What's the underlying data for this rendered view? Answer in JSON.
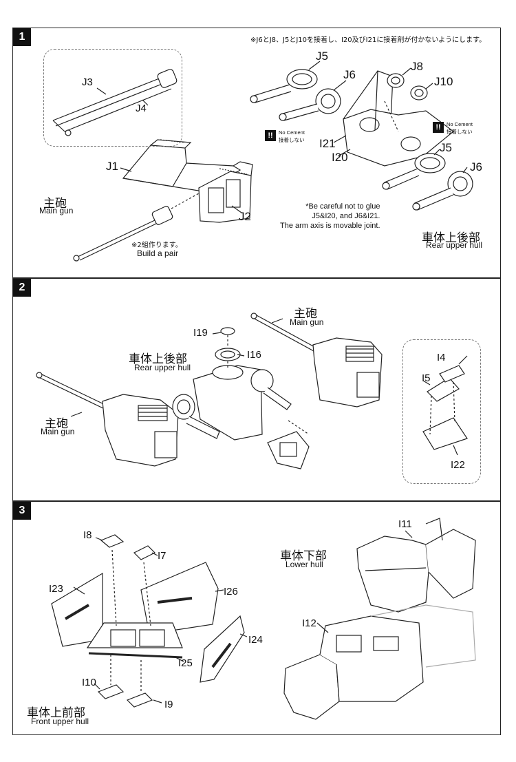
{
  "step1": {
    "number": "1",
    "note_top": "※J6とJ8、J5とJ10を接着し、I20及びI21に接着剤が付かないようにします。",
    "parts": {
      "J3": "J3",
      "J4": "J4",
      "J1": "J1",
      "J2": "J2",
      "J5": "J5",
      "J6": "J6",
      "J8": "J8",
      "J10": "J10",
      "I21": "I21",
      "I20": "I20",
      "J5b": "J5",
      "J6b": "J6"
    },
    "main_gun_jp": "主砲",
    "main_gun_en": "Main gun",
    "pair_jp": "※2組作ります。",
    "pair_en": "Build a pair",
    "no_cement_en": "No Cement",
    "no_cement_jp": "接着しない",
    "warning_line1": "*Be careful not to glue",
    "warning_line2": "J5&I20, and J6&I21.",
    "warning_line3": "The arm axis is movable joint.",
    "hull_jp": "車体上後部",
    "hull_en": "Rear upper hull"
  },
  "step2": {
    "number": "2",
    "parts": {
      "I19": "I19",
      "I16": "I16",
      "I4": "I4",
      "I5": "I5",
      "I22": "I22"
    },
    "main_gun_jp": "主砲",
    "main_gun_en": "Main gun",
    "hull_jp": "車体上後部",
    "hull_en": "Rear upper hull"
  },
  "step3": {
    "number": "3",
    "parts": {
      "I8": "I8",
      "I7": "I7",
      "I23": "I23",
      "I26": "I26",
      "I24": "I24",
      "I25": "I25",
      "I10": "I10",
      "I9": "I9",
      "I11": "I11",
      "I12": "I12"
    },
    "lower_jp": "車体下部",
    "lower_en": "Lower hull",
    "front_jp": "車体上前部",
    "front_en": "Front upper hull"
  }
}
